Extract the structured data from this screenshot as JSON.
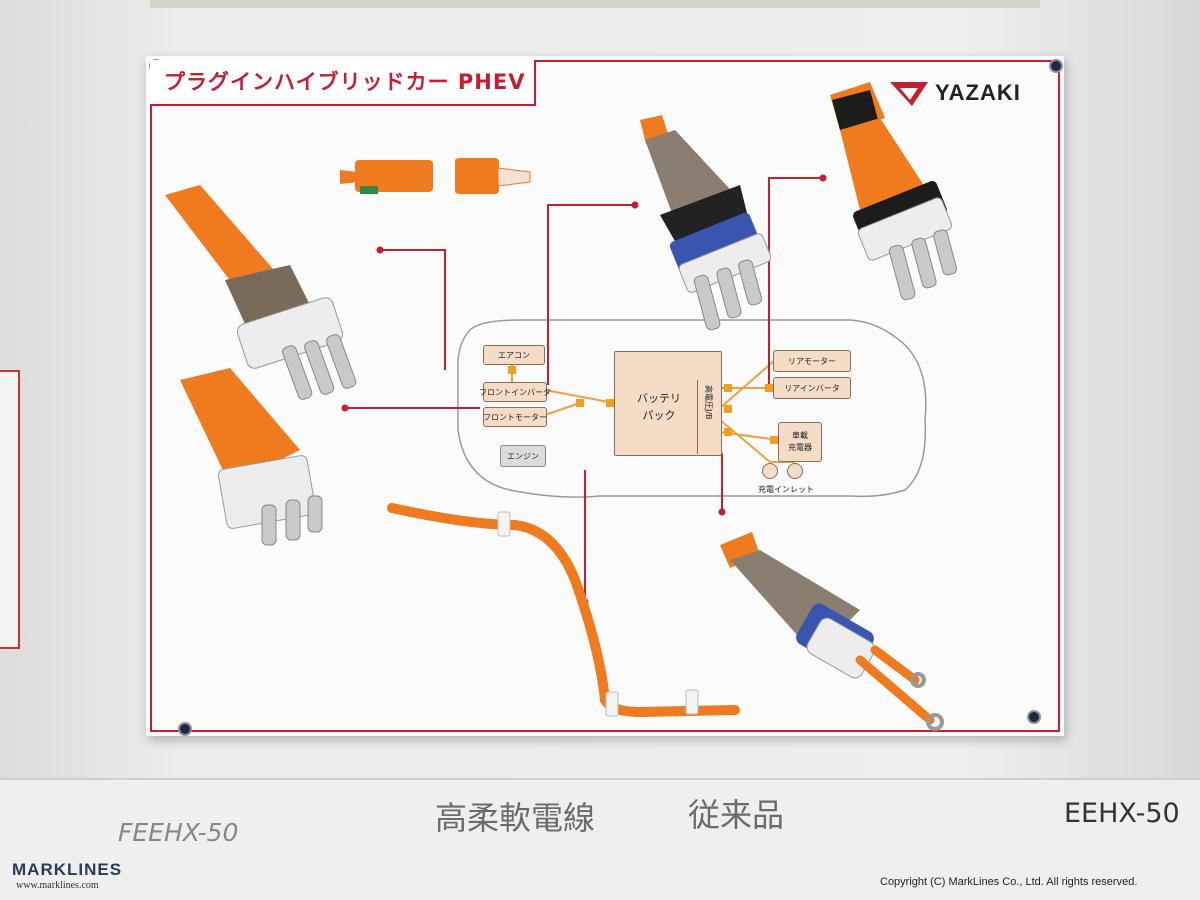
{
  "board": {
    "title": "プラグインハイブリッドカー PHEV",
    "brand": "YAZAKI"
  },
  "diagram": {
    "aircon": "エアコン",
    "front_inverter": "フロントインバータ",
    "front_motor": "フロントモーター",
    "engine": "エンジン",
    "battery_pack": "バッテリ\nパック",
    "high_voltage_jb": "高電圧J/B",
    "rear_motor": "リアモーター",
    "rear_inverter": "リアインバータ",
    "onboard_charger": "車載\n充電器",
    "charge_inlet": "充電インレット"
  },
  "shelf": {
    "label_new": "高柔軟電線",
    "label_old": "従来品",
    "cable_new": "FEEHX-50",
    "cable_old": "EEHX-50"
  },
  "footer": {
    "logo": "MARKLINES",
    "url": "www.marklines.com",
    "copyright": "Copyright (C) MarkLines Co., Ltd. All rights reserved."
  },
  "colors": {
    "accent_red": "#c41f2f",
    "harness_orange": "#f07a1e",
    "box_fill": "#f5dcc6"
  }
}
